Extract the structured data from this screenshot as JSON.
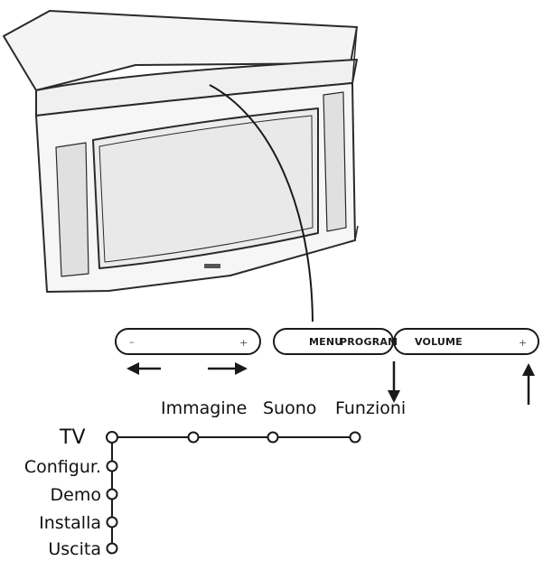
{
  "tv_controls": {
    "volume_pill": {
      "minus": "–",
      "plus": "+"
    },
    "menu_pill": {
      "label": "MENU"
    },
    "program_pill": {
      "label": "PROGRAM",
      "volume_label": "VOLUME",
      "plus": "+"
    }
  },
  "menu_tree": {
    "root": "TV",
    "tv_submenu": [
      "Immagine",
      "Suono",
      "Funzioni"
    ],
    "main_items": [
      "Configur.",
      "Demo",
      "Installa",
      "Uscita"
    ]
  },
  "colors": {
    "line": "#1a1a1a",
    "tv_body": "#f3f3f3",
    "tv_screen": "#ebebeb",
    "speaker": "#dcdcdc"
  }
}
